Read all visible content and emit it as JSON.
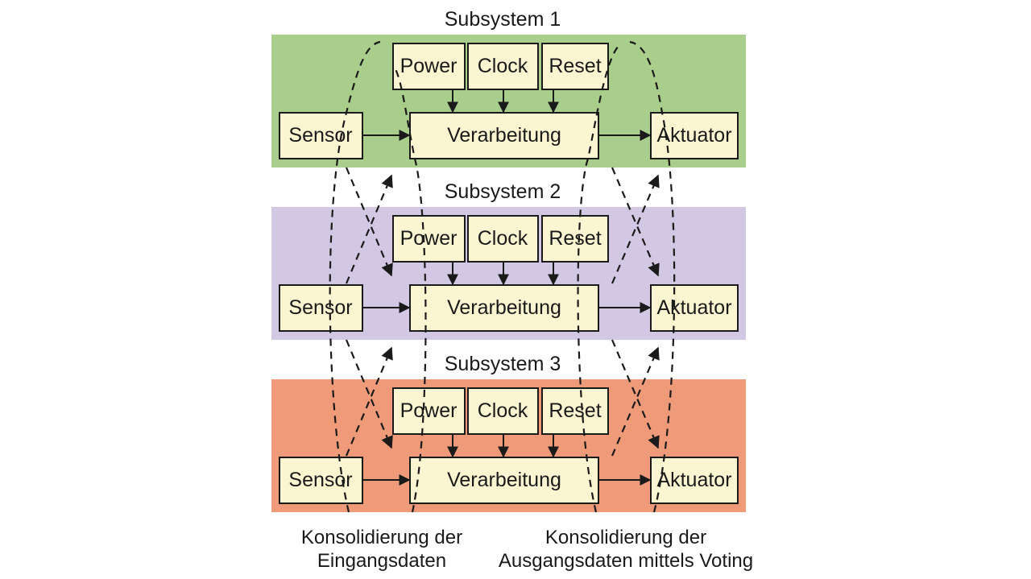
{
  "subsystems": [
    {
      "title": "Subsystem 1",
      "color": "#a9cd8a",
      "power": "Power",
      "clock": "Clock",
      "reset": "Reset",
      "sensor": "Sensor",
      "processing": "Verarbeitung",
      "actuator": "Aktuator"
    },
    {
      "title": "Subsystem 2",
      "color": "#d3c8e4",
      "power": "Power",
      "clock": "Clock",
      "reset": "Reset",
      "sensor": "Sensor",
      "processing": "Verarbeitung",
      "actuator": "Aktuator"
    },
    {
      "title": "Subsystem 3",
      "color": "#ef9b79",
      "power": "Power",
      "clock": "Clock",
      "reset": "Reset",
      "sensor": "Sensor",
      "processing": "Verarbeitung",
      "actuator": "Aktuator"
    }
  ],
  "captions": {
    "input_line1": "Konsolidierung der",
    "input_line2": "Eingangsdaten",
    "output_line1": "Konsolidierung der",
    "output_line2": "Ausgangsdaten mittels Voting"
  },
  "box_fill": "#fcf5d2",
  "line_color": "#1a1a1a"
}
